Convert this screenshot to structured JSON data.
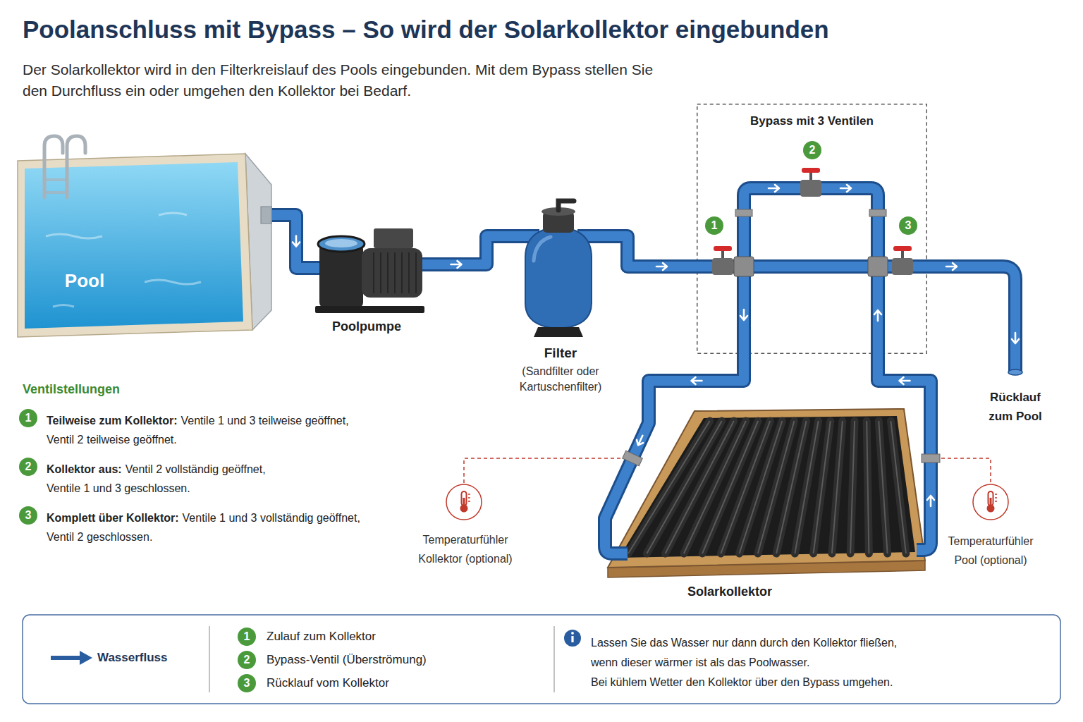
{
  "diagram": {
    "title": "Poolanschluss mit Bypass – So wird der Solarkollektor eingebunden",
    "caption": "Der Solarkollektor wird in den Filterkreislauf des Pools eingebunden. Mit dem Bypass stellen Sie den Durchfluss ein oder umgehen den Kollektor bei Bedarf.",
    "nodes": [
      {
        "text": [
          "Pool"
        ]
      },
      {
        "text": [
          "Poolpumpe"
        ]
      },
      {
        "text": [
          "Filter",
          "(Sandfilter oder Kartuschenfilter)"
        ]
      },
      {
        "text": [
          "Bypass mit 3 Ventilen"
        ]
      },
      {
        "text": [
          "Solarkollektor"
        ]
      }
    ],
    "edges": [
      {
        "from": 0,
        "to": 1,
        "arrow": "to"
      },
      {
        "from": 1,
        "to": 2,
        "arrow": "to"
      },
      {
        "from": 2,
        "to": 3,
        "arrow": "to"
      },
      {
        "from": 3,
        "to": 4,
        "arrow": "to"
      },
      {
        "from": 4,
        "to": 3,
        "arrow": "to"
      }
    ],
    "labels": [
      "1",
      "2",
      "3",
      "Rücklauf zum Pool",
      "Temperaturfühler Kollektor (optional)",
      "Temperaturfühler Pool (optional)",
      "Ventilstellungen",
      "1",
      "Teilweise zum Kollektor:",
      "Ventile 1 und 3 teilweise geöffnet, Ventil 2 teilweise geöffnet.",
      "2",
      "Kollektor aus:",
      "Ventil 2 vollständig geöffnet, Ventile 1 und 3 geschlossen.",
      "3",
      "Komplett über Kollektor:",
      "Ventile 1 und 3 vollständig geöffnet, Ventil 2 geschlossen.",
      "1",
      "2",
      "3",
      "Lassen Sie das Wasser nur dann durch den Kollektor fließen, wenn dieser wärmer ist als das Poolwasser.",
      "Bei kühlem Wetter den Kollektor über den Bypass umgehen."
    ],
    "legend": [
      {
        "text": "Wasserfluss"
      },
      {
        "text": "Zulauf zum Kollektor"
      },
      {
        "text": "Bypass-Ventil (Überströmung)"
      },
      {
        "text": "Rücklauf vom Kollektor"
      }
    ]
  }
}
